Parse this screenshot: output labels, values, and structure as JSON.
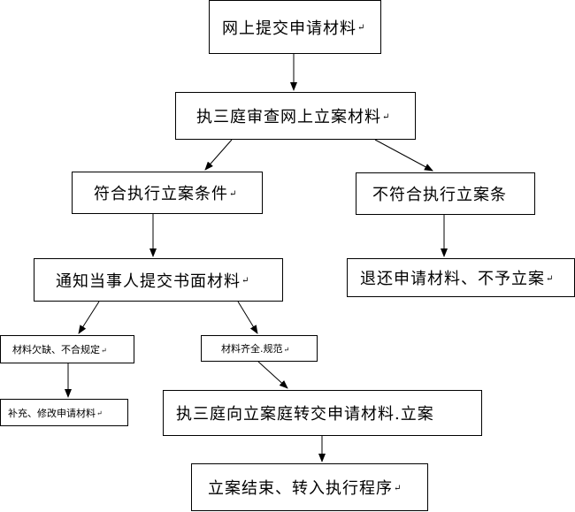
{
  "paragraph_mark": "↵",
  "nodes": {
    "online_submit": "网上提交申请材料",
    "court_review": "执三庭审查网上立案材料",
    "meets_conditions": "符合执行立案条件",
    "not_meets_conditions": "不符合执行立案条",
    "notify_party": "通知当事人提交书面材料",
    "reject_return": "退还申请材料、不予立案",
    "materials_missing": "材料欠缺、不合规定",
    "materials_complete": "材料齐全.规范",
    "supplement_materials": "补充、修改申请材料",
    "transfer_filing": "执三庭向立案庭转交申请材料.立案",
    "filing_end": "立案结束、转入执行程序"
  }
}
